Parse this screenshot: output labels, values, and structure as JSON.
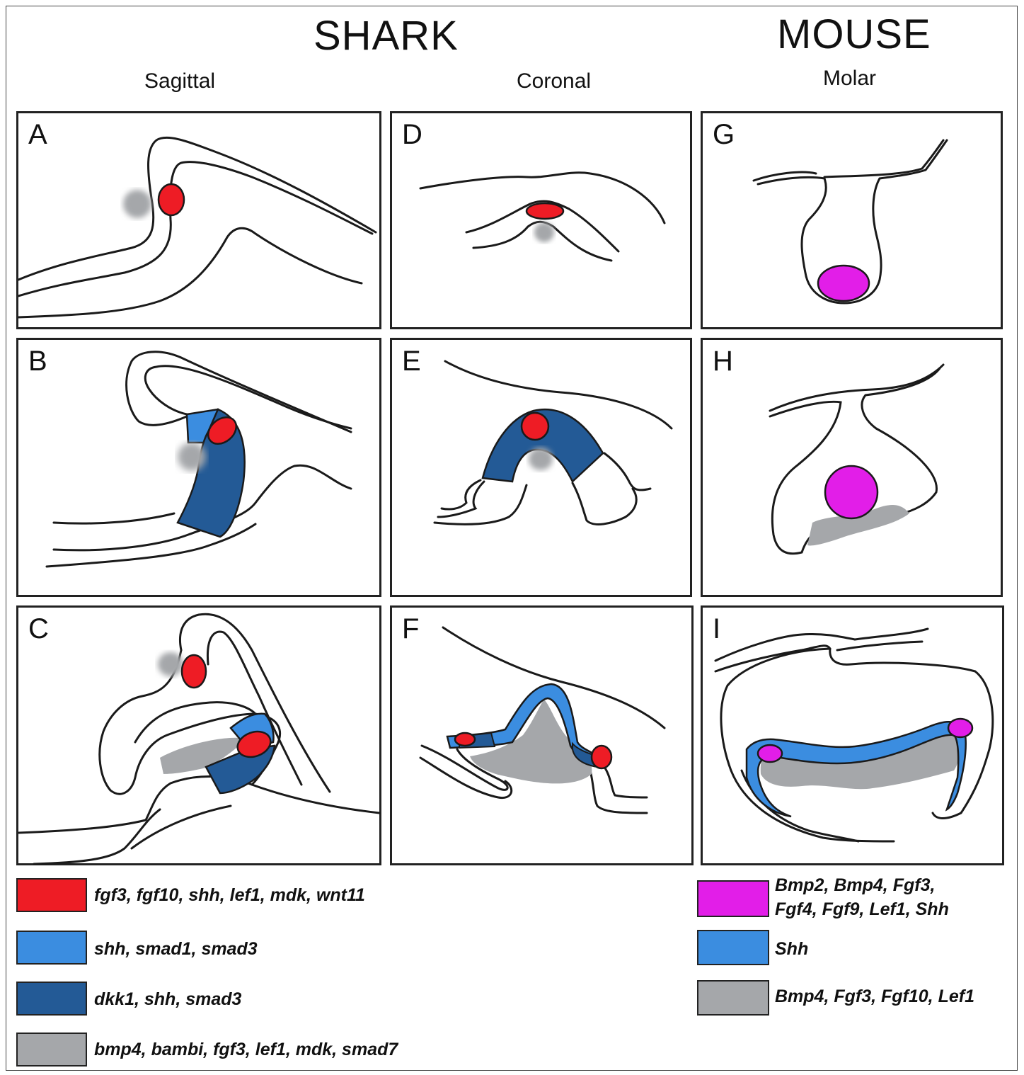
{
  "headings": {
    "shark": "SHARK",
    "mouse": "MOUSE"
  },
  "subheadings": {
    "sagittal": "Sagittal",
    "coronal": "Coronal",
    "molar": "Molar"
  },
  "panels": {
    "A": "A",
    "B": "B",
    "C": "C",
    "D": "D",
    "E": "E",
    "F": "F",
    "G": "G",
    "H": "H",
    "I": "I"
  },
  "colors": {
    "red": "#ee1c25",
    "light_blue": "#3b8de0",
    "dark_blue": "#235a96",
    "gray": "#a5a7aa",
    "magenta": "#e21ee8",
    "outline": "#1a1a1a"
  },
  "legend": {
    "shark": [
      {
        "color": "red",
        "genes": "fgf3, fgf10, shh, lef1, mdk, wnt11"
      },
      {
        "color": "light_blue",
        "genes": "shh, smad1, smad3"
      },
      {
        "color": "dark_blue",
        "genes": "dkk1, shh, smad3"
      },
      {
        "color": "gray",
        "genes": "bmp4, bambi, fgf3, lef1, mdk, smad7"
      }
    ],
    "mouse": [
      {
        "color": "magenta",
        "line1": "Bmp2, Bmp4, Fgf3,",
        "line2": "Fgf4, Fgf9, Lef1, Shh"
      },
      {
        "color": "light_blue",
        "genes": "Shh"
      },
      {
        "color": "gray",
        "genes": "Bmp4, Fgf3, Fgf10, Lef1"
      }
    ]
  }
}
